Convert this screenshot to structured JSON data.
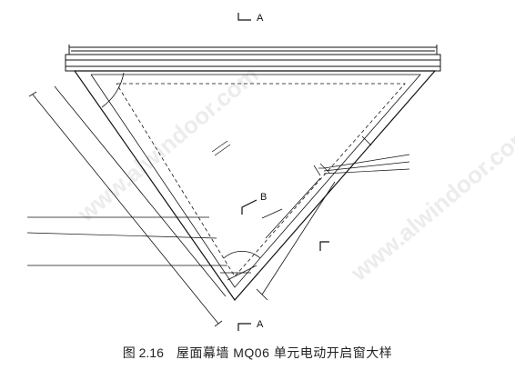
{
  "watermark": {
    "text": "www.alwindoor.com"
  },
  "labels": {
    "top_note": "",
    "top_dim_outer": "",
    "top_dim_inner": "",
    "angle_top": "",
    "left_dim_outer": "",
    "left_dim_inner": "",
    "right_dim": "",
    "bottom_dim_a": "",
    "bottom_dim_b": "",
    "bottom_dim_c": ""
  },
  "left_callouts": [
    "",
    "",
    "",
    ""
  ],
  "right_callouts": [
    "",
    "",
    "",
    "",
    "",
    ""
  ],
  "section_marks": {
    "top": "A",
    "bottom": "A",
    "middle": "B",
    "right": ""
  },
  "caption": {
    "number": "图 2.16",
    "title": "屋面幕墙 MQ06 单元电动开启窗大样"
  }
}
